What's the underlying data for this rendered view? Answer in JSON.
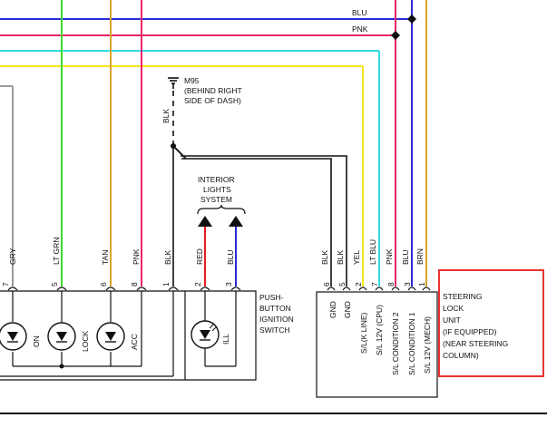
{
  "colors": {
    "blu": "#2b2bd6",
    "pnk": "#e8246a",
    "cyan": "#33d9e6",
    "yel": "#f2e51a",
    "ltgrn": "#3ddc2a",
    "tan": "#d9a22b",
    "red": "#e61e1e",
    "blk": "#222222",
    "gry": "#9a9a9a",
    "highlight": "#e8332f"
  },
  "bus_labels": {
    "blu": "BLU",
    "pnk": "PNK"
  },
  "ground": {
    "id": "M95",
    "line1": "(BEHIND RIGHT",
    "line2": "SIDE OF DASH)",
    "wire_color": "BLK"
  },
  "interior": {
    "line1": "INTERIOR",
    "line2": "LIGHTS",
    "line3": "SYSTEM"
  },
  "left_wires": [
    {
      "color": "GRY",
      "pin": "7"
    },
    {
      "color": "LT GRN",
      "pin": "5"
    },
    {
      "color": "TAN",
      "pin": "6"
    },
    {
      "color": "PNK",
      "pin": "8"
    },
    {
      "color": "BLK",
      "pin": "1"
    },
    {
      "color": "RED",
      "pin": "2"
    },
    {
      "color": "BLU",
      "pin": "3"
    }
  ],
  "switch": {
    "line1": "PUSH-",
    "line2": "BUTTON",
    "line3": "IGNITION",
    "line4": "SWITCH",
    "leds": [
      "ON",
      "LOCK",
      "ACC",
      "ILL"
    ]
  },
  "right_wires": [
    {
      "color": "BLK",
      "pin": "6",
      "func": "GND"
    },
    {
      "color": "BLK",
      "pin": "5",
      "func": "GND"
    },
    {
      "color": "YEL",
      "pin": "2",
      "func": "S/L(K LINE)"
    },
    {
      "color": "LT BLU",
      "pin": "7",
      "func": "S/L 12V (CPU)"
    },
    {
      "color": "PNK",
      "pin": "8",
      "func": "S/L CONDITION 2"
    },
    {
      "color": "BLU",
      "pin": "3",
      "func": "S/L CONDITION 1"
    },
    {
      "color": "BRN",
      "pin": "1",
      "func": "S/L 12V (MECH)"
    }
  ],
  "unit": {
    "line1": "STEERING",
    "line2": "LOCK",
    "line3": "UNIT",
    "line4": "(IF EQUIPPED)",
    "line5": "(NEAR STEERING",
    "line6": "COLUMN)"
  }
}
